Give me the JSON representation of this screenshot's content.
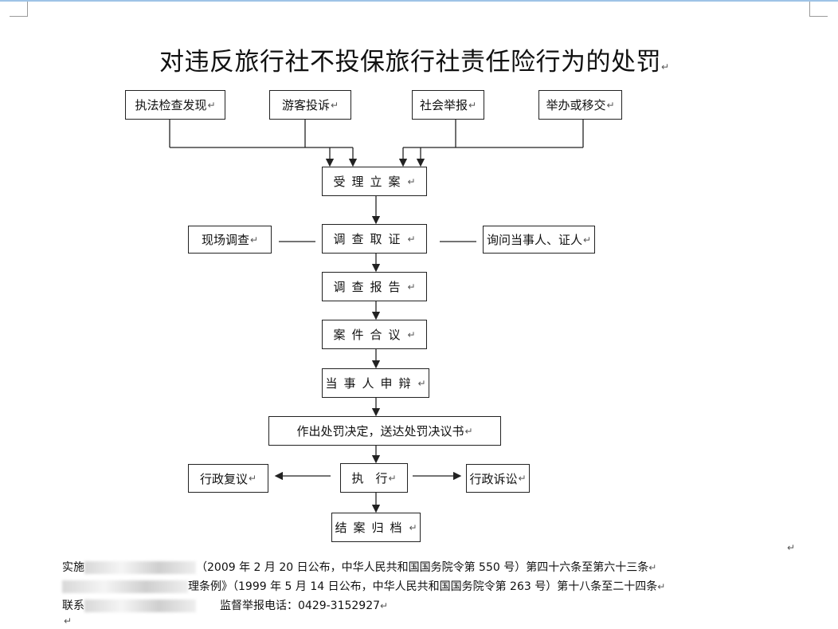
{
  "title": "对违反旅行社不投保旅行社责任险行为的处罚",
  "sources": [
    "执法检查发现",
    "游客投诉",
    "社会举报",
    "举办或移交"
  ],
  "steps": {
    "accept": "受理立案",
    "investigate": "调查取证",
    "report": "调查报告",
    "discuss": "案件合议",
    "defense": "当事人申辩",
    "decision": "作出处罚决定，送达处罚决议书",
    "execute": "执　行",
    "close": "结案归档"
  },
  "side": {
    "onsite": "现场调查",
    "inquiry": "询问当事人、证人",
    "review": "行政复议",
    "litigation": "行政诉讼"
  },
  "footer": {
    "line1_prefix": "实施",
    "line1_text": "（2009 年 2 月 20 日公布，中华人民共和国国务院令第 550 号）第四十六条至第六十三条",
    "line2_text": "理条例》（1999 年 5 月 14 日公布，中华人民共和国国务院令第 263 号）第十八条至二十四条",
    "line3_prefix": "联系",
    "line3_text": "监督举报电话：0429-3152927"
  },
  "mark": "↵"
}
